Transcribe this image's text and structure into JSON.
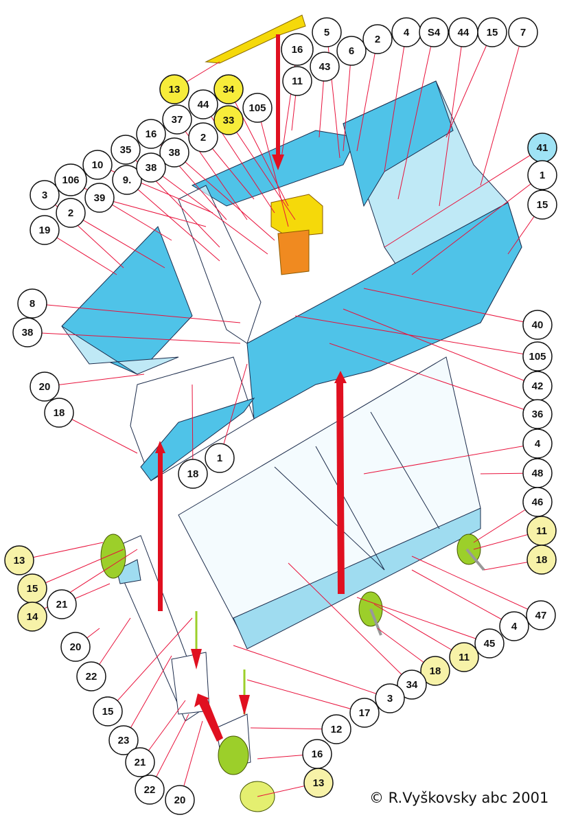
{
  "title": "Assembly diagram",
  "copyright": "© R.Vyškovsky abc 2001",
  "colors": {
    "panel": "#4fc3e8",
    "panel_light": "#bfe9f6",
    "yellow_part": "#f5d90a",
    "orange_part": "#f08a20",
    "arrow": "#e01020",
    "leader": "#e8103a",
    "disc": "#9ccf2a",
    "callout_yellow": "#f7ec3a",
    "callout_pale": "#f7f2a8",
    "callout_cyan": "#9fe3f5"
  },
  "callouts": [
    {
      "label": "16",
      "fill": "white"
    },
    {
      "label": "5",
      "fill": "white"
    },
    {
      "label": "6",
      "fill": "white"
    },
    {
      "label": "2",
      "fill": "white"
    },
    {
      "label": "4",
      "fill": "white"
    },
    {
      "label": "S4",
      "fill": "white"
    },
    {
      "label": "44",
      "fill": "white"
    },
    {
      "label": "15",
      "fill": "white"
    },
    {
      "label": "7",
      "fill": "white"
    },
    {
      "label": "13",
      "fill": "yellow"
    },
    {
      "label": "34",
      "fill": "yellow"
    },
    {
      "label": "11",
      "fill": "white"
    },
    {
      "label": "43",
      "fill": "white"
    },
    {
      "label": "44",
      "fill": "white"
    },
    {
      "label": "105",
      "fill": "white"
    },
    {
      "label": "33",
      "fill": "yellow"
    },
    {
      "label": "37",
      "fill": "white"
    },
    {
      "label": "16",
      "fill": "white"
    },
    {
      "label": "2",
      "fill": "white"
    },
    {
      "label": "35",
      "fill": "white"
    },
    {
      "label": "38",
      "fill": "white"
    },
    {
      "label": "10",
      "fill": "white"
    },
    {
      "label": "9.",
      "fill": "white"
    },
    {
      "label": "38",
      "fill": "white"
    },
    {
      "label": "106",
      "fill": "white"
    },
    {
      "label": "39",
      "fill": "white"
    },
    {
      "label": "3",
      "fill": "white"
    },
    {
      "label": "2",
      "fill": "white"
    },
    {
      "label": "19",
      "fill": "white"
    },
    {
      "label": "41",
      "fill": "cyan"
    },
    {
      "label": "1",
      "fill": "white"
    },
    {
      "label": "15",
      "fill": "white"
    },
    {
      "label": "8",
      "fill": "white"
    },
    {
      "label": "38",
      "fill": "white"
    },
    {
      "label": "20",
      "fill": "white"
    },
    {
      "label": "18",
      "fill": "white"
    },
    {
      "label": "18",
      "fill": "white"
    },
    {
      "label": "1",
      "fill": "white"
    },
    {
      "label": "40",
      "fill": "white"
    },
    {
      "label": "105",
      "fill": "white"
    },
    {
      "label": "42",
      "fill": "white"
    },
    {
      "label": "36",
      "fill": "white"
    },
    {
      "label": "4",
      "fill": "white"
    },
    {
      "label": "48",
      "fill": "white"
    },
    {
      "label": "46",
      "fill": "white"
    },
    {
      "label": "11",
      "fill": "pale"
    },
    {
      "label": "18",
      "fill": "pale"
    },
    {
      "label": "47",
      "fill": "white"
    },
    {
      "label": "4",
      "fill": "white"
    },
    {
      "label": "45",
      "fill": "white"
    },
    {
      "label": "11",
      "fill": "pale"
    },
    {
      "label": "18",
      "fill": "pale"
    },
    {
      "label": "34",
      "fill": "white"
    },
    {
      "label": "3",
      "fill": "white"
    },
    {
      "label": "17",
      "fill": "white"
    },
    {
      "label": "12",
      "fill": "white"
    },
    {
      "label": "16",
      "fill": "white"
    },
    {
      "label": "13",
      "fill": "pale"
    },
    {
      "label": "13",
      "fill": "pale"
    },
    {
      "label": "15",
      "fill": "pale"
    },
    {
      "label": "14",
      "fill": "pale"
    },
    {
      "label": "21",
      "fill": "white"
    },
    {
      "label": "20",
      "fill": "white"
    },
    {
      "label": "22",
      "fill": "white"
    },
    {
      "label": "15",
      "fill": "white"
    },
    {
      "label": "23",
      "fill": "white"
    },
    {
      "label": "21",
      "fill": "white"
    },
    {
      "label": "22",
      "fill": "white"
    },
    {
      "label": "20",
      "fill": "white"
    }
  ]
}
